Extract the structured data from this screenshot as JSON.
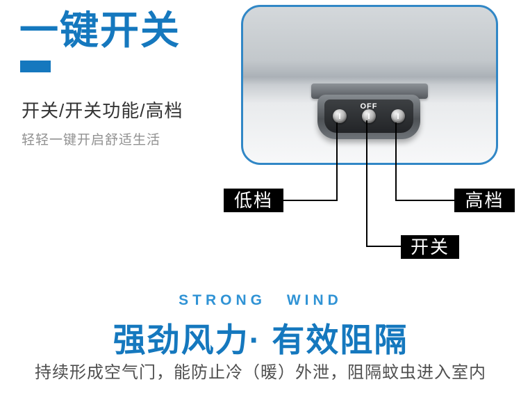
{
  "header": {
    "title": "一键开关",
    "subtitle": "开关/开关功能/高档",
    "description": "轻轻一键开启舒适生活"
  },
  "photo": {
    "switch_label": "OFF"
  },
  "callouts": {
    "low_label": "低档",
    "high_label": "高档",
    "power_label": "开关"
  },
  "bottom": {
    "eyebrow": "STRONG WIND",
    "headline": "强劲风力·  有效阻隔",
    "description": "持续形成空气门，能防止冷（暖）外泄，阻隔蚊虫进入室内"
  },
  "colors": {
    "accent_blue": "#1578be",
    "light_blue": "#3093d5",
    "callout_bg": "#000000",
    "photo_border": "#3187c6"
  }
}
